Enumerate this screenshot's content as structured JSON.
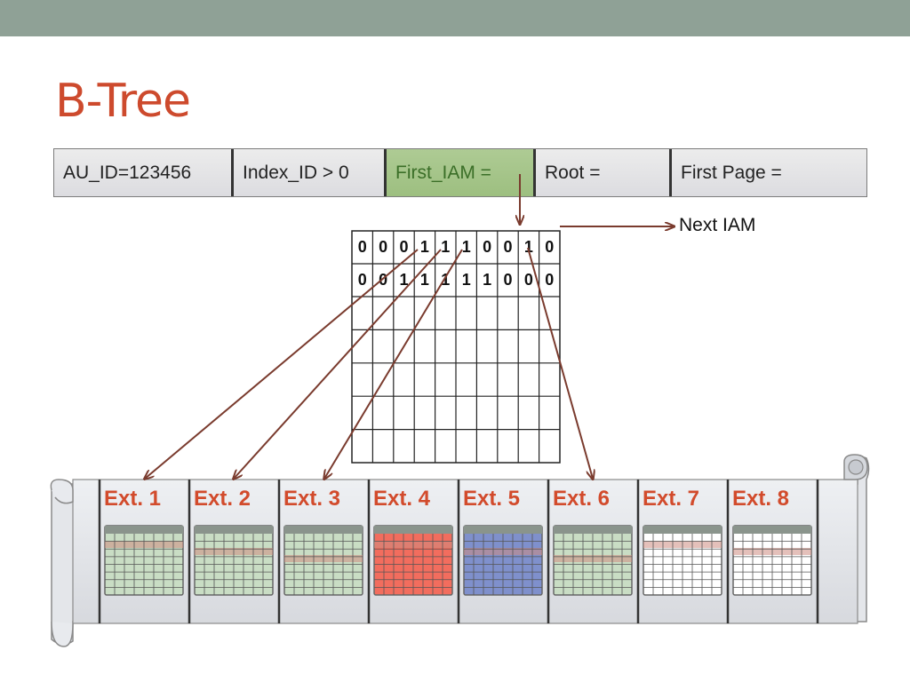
{
  "slide": {
    "title": "B-Tree",
    "header_cells": [
      "AU_ID=123456",
      "Index_ID > 0",
      "First_IAM = ",
      "Root =",
      "First Page ="
    ],
    "next_iam_label": "Next IAM"
  },
  "bitmap": {
    "rows": [
      [
        "0",
        "0",
        "0",
        "1",
        "1",
        "1",
        "0",
        "0",
        "1",
        "0"
      ],
      [
        "0",
        "0",
        "1",
        "1",
        "1",
        "1",
        "1",
        "0",
        "0",
        "0"
      ]
    ],
    "empty_rows": 5
  },
  "extents": [
    {
      "label": "Ext. 1",
      "color": "#c9ddc4"
    },
    {
      "label": "Ext. 2",
      "color": "#c9ddc4"
    },
    {
      "label": "Ext. 3",
      "color": "#c9ddc4"
    },
    {
      "label": "Ext. 4",
      "color": "#f26d5e"
    },
    {
      "label": "Ext. 5",
      "color": "#7f90cc"
    },
    {
      "label": "Ext. 6",
      "color": "#c9ddc4"
    },
    {
      "label": "Ext. 7",
      "color": "#ffffff"
    },
    {
      "label": "Ext. 8",
      "color": "#ffffff"
    }
  ],
  "arrow_color": "#7a3b2e"
}
